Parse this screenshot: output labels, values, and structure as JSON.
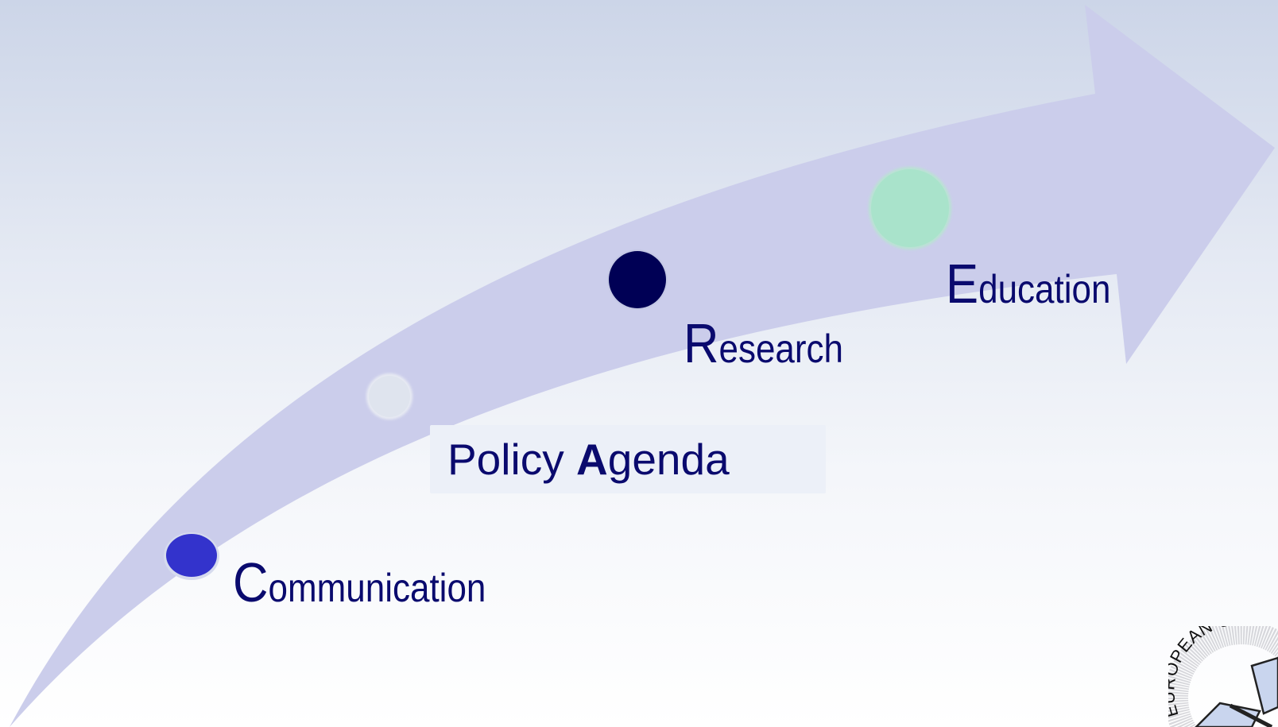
{
  "stages": {
    "communication": {
      "initial": "C",
      "rest": "ommunication"
    },
    "policy_agenda": {
      "word1": "Policy",
      "initial": "A",
      "rest": "genda"
    },
    "research": {
      "initial": "R",
      "rest": "esearch"
    },
    "education": {
      "initial": "E",
      "rest": "ducation"
    }
  },
  "logo": {
    "text": "EUROPEAN C"
  },
  "colors": {
    "arrow": "#cbcdeb",
    "text": "#0a0a6e",
    "dot_communication": "#3333cc",
    "dot_policy": "#dfe4ee",
    "dot_research": "#000055",
    "dot_education": "#a9e3cb"
  }
}
